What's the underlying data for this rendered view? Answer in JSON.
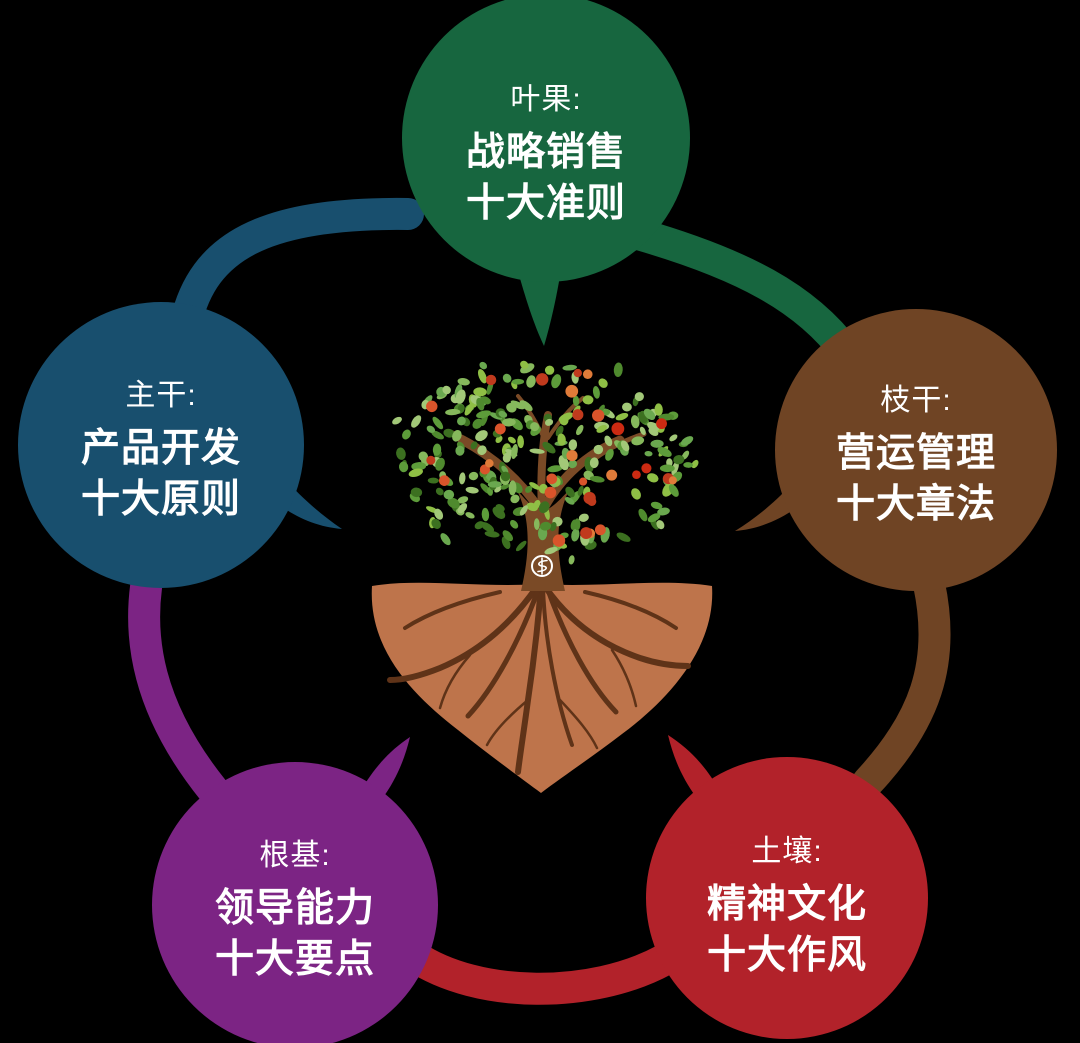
{
  "background_color": "#000000",
  "nodes": [
    {
      "label": "叶果:",
      "line1": "战略销售",
      "line2": "十大准则",
      "color": "#17663F",
      "position": "top"
    },
    {
      "label": "主干:",
      "line1": "产品开发",
      "line2": "十大原则",
      "color": "#184F6E",
      "position": "left"
    },
    {
      "label": "枝干:",
      "line1": "营运管理",
      "line2": "十大章法",
      "color": "#6F4424",
      "position": "right"
    },
    {
      "label": "根基:",
      "line1": "领导能力",
      "line2": "十大要点",
      "color": "#7C2484",
      "position": "bottom-left"
    },
    {
      "label": "土壤:",
      "line1": "精神文化",
      "line2": "十大作风",
      "color": "#B2222A",
      "position": "bottom-right"
    }
  ],
  "tree": {
    "soil_color": "#BE744B",
    "trunk_color": "#7A4A26",
    "root_color": "#5F3318",
    "logo_color": "#FFFFFF",
    "leaf_colors": [
      "#4F8A2E",
      "#6AA84F",
      "#86B85C",
      "#A2C878",
      "#3C7020",
      "#8FBF45",
      "#5D9C3A"
    ],
    "fruit_colors": [
      "#D9542B",
      "#C03A1D",
      "#E07B39",
      "#CC2A12"
    ]
  }
}
